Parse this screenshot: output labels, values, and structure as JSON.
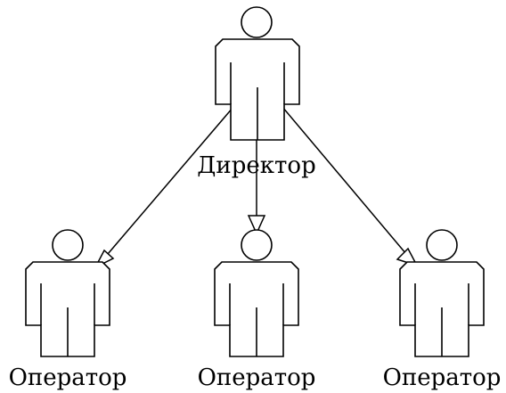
{
  "diagram": {
    "type": "uml-use-case-actor-hierarchy",
    "actors": [
      {
        "id": "director",
        "label": "Директор"
      },
      {
        "id": "operator1",
        "label": "Оператор"
      },
      {
        "id": "operator2",
        "label": "Оператор"
      },
      {
        "id": "operator3",
        "label": "Оператор"
      }
    ],
    "relations": [
      {
        "from": "director",
        "to": "operator1",
        "kind": "generalization-arrow"
      },
      {
        "from": "director",
        "to": "operator2",
        "kind": "generalization-arrow"
      },
      {
        "from": "director",
        "to": "operator3",
        "kind": "generalization-arrow"
      }
    ],
    "colors": {
      "stroke": "#000000",
      "background": "#ffffff"
    }
  }
}
